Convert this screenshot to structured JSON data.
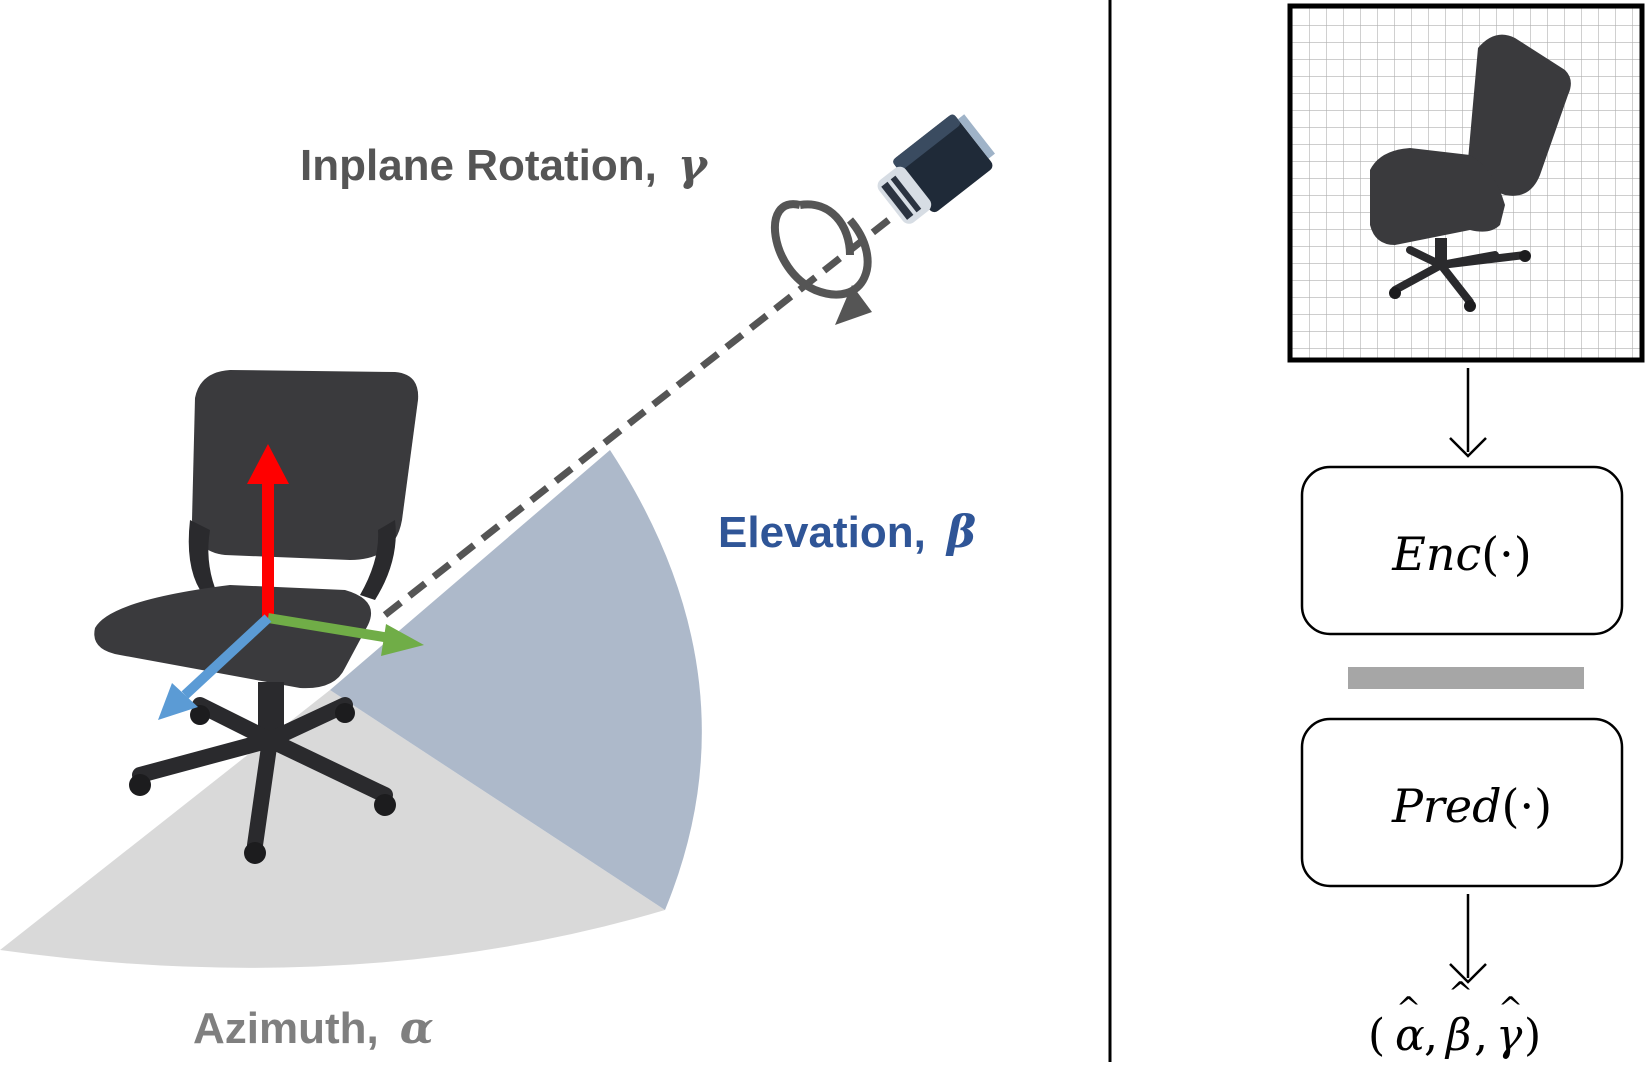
{
  "labels": {
    "inplane": {
      "text": "Inplane Rotation,",
      "symbol": "γ",
      "color": "#555555"
    },
    "elevation": {
      "text": "Elevation,",
      "symbol": "β",
      "color": "#2F5597"
    },
    "azimuth": {
      "text": "Azimuth,",
      "symbol": "α",
      "color": "#7F7F7F"
    }
  },
  "pipeline": {
    "encoder": {
      "name": "Enc",
      "arg": "(·)"
    },
    "predictor": {
      "name": "Pred",
      "arg": "(·)"
    },
    "output": {
      "open": "(",
      "a": "α",
      "b": "β",
      "g": "γ",
      "sep": ",",
      "close": ")",
      "hat": "^"
    }
  },
  "colors": {
    "elevation_wedge": "#ADB9CA",
    "azimuth_wedge": "#D9D9D9",
    "axis_up": "#FF0000",
    "axis_right": "#70AD47",
    "axis_front": "#5B9BD5",
    "chair": "#3A3A3D",
    "separator_bar": "#A6A6A6",
    "dashed_line": "#555555"
  },
  "icons": {
    "camera": "camera-icon",
    "rotation": "rotation-arrow-icon",
    "chair": "office-chair-image"
  }
}
